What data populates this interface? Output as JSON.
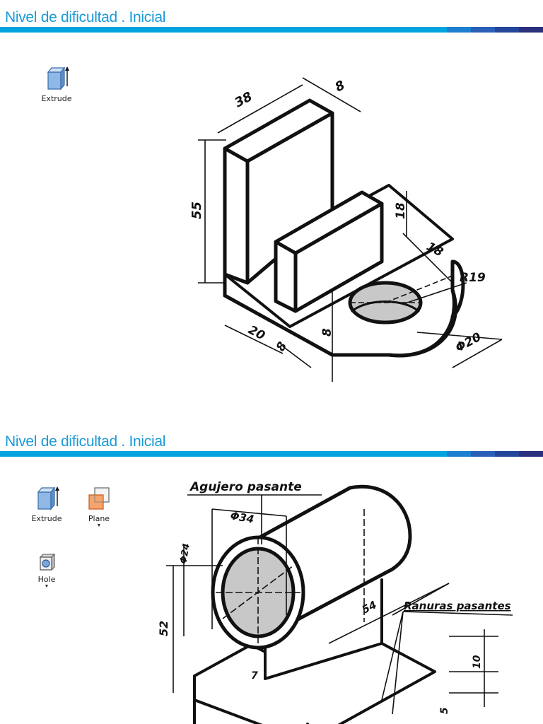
{
  "slides": [
    {
      "title": "Nivel de dificultad . Inicial",
      "tools": [
        {
          "label": "Extrude",
          "icon": "extrude-icon"
        }
      ],
      "drawing": {
        "dims": [
          "38",
          "8",
          "55",
          "18",
          "18",
          "R19",
          "20",
          "8",
          "8",
          "Φ20"
        ]
      }
    },
    {
      "title": "Nivel de dificultad . Inicial",
      "tools": [
        {
          "label": "Extrude",
          "icon": "extrude-icon"
        },
        {
          "label": "Plane",
          "icon": "plane-icon",
          "caret": "▼"
        },
        {
          "label": "Hole",
          "icon": "hole-icon",
          "caret": "▼"
        }
      ],
      "drawing": {
        "notes": [
          "Agujero pasante",
          "Ranuras pasantes"
        ],
        "dims": [
          "Φ34",
          "Φ24",
          "52",
          "54",
          "7",
          "10",
          "5"
        ]
      }
    }
  ],
  "colors": {
    "title": "#1a9ad6",
    "rule": "#00a3e0",
    "shading": "#c8c8c8"
  }
}
